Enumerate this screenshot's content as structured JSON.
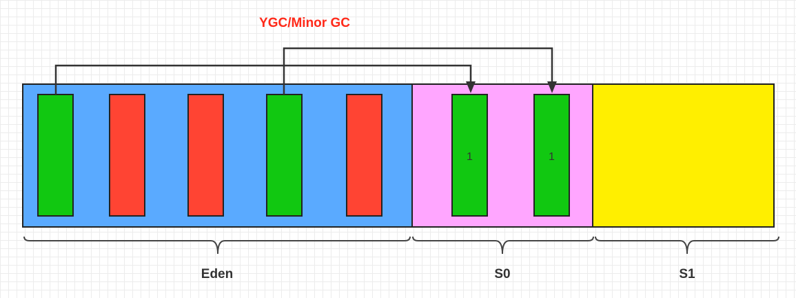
{
  "title": "YGC/Minor GC",
  "colors": {
    "title": "#ff2a1a",
    "eden": "#5aaaff",
    "s0": "#ffa6ff",
    "s1": "#ffef00",
    "live_object": "#11c811",
    "garbage_object": "#ff4433"
  },
  "regions": {
    "eden": {
      "label": "Eden"
    },
    "s0": {
      "label": "S0"
    },
    "s1": {
      "label": "S1"
    }
  },
  "eden_objects": [
    {
      "status": "live"
    },
    {
      "status": "garbage"
    },
    {
      "status": "garbage"
    },
    {
      "status": "live"
    },
    {
      "status": "garbage"
    }
  ],
  "s0_objects": [
    {
      "status": "live",
      "age": "1"
    },
    {
      "status": "live",
      "age": "1"
    }
  ],
  "arrows": [
    {
      "from": "eden-object-1",
      "to": "s0-object-1"
    },
    {
      "from": "eden-object-4",
      "to": "s0-object-2"
    }
  ]
}
